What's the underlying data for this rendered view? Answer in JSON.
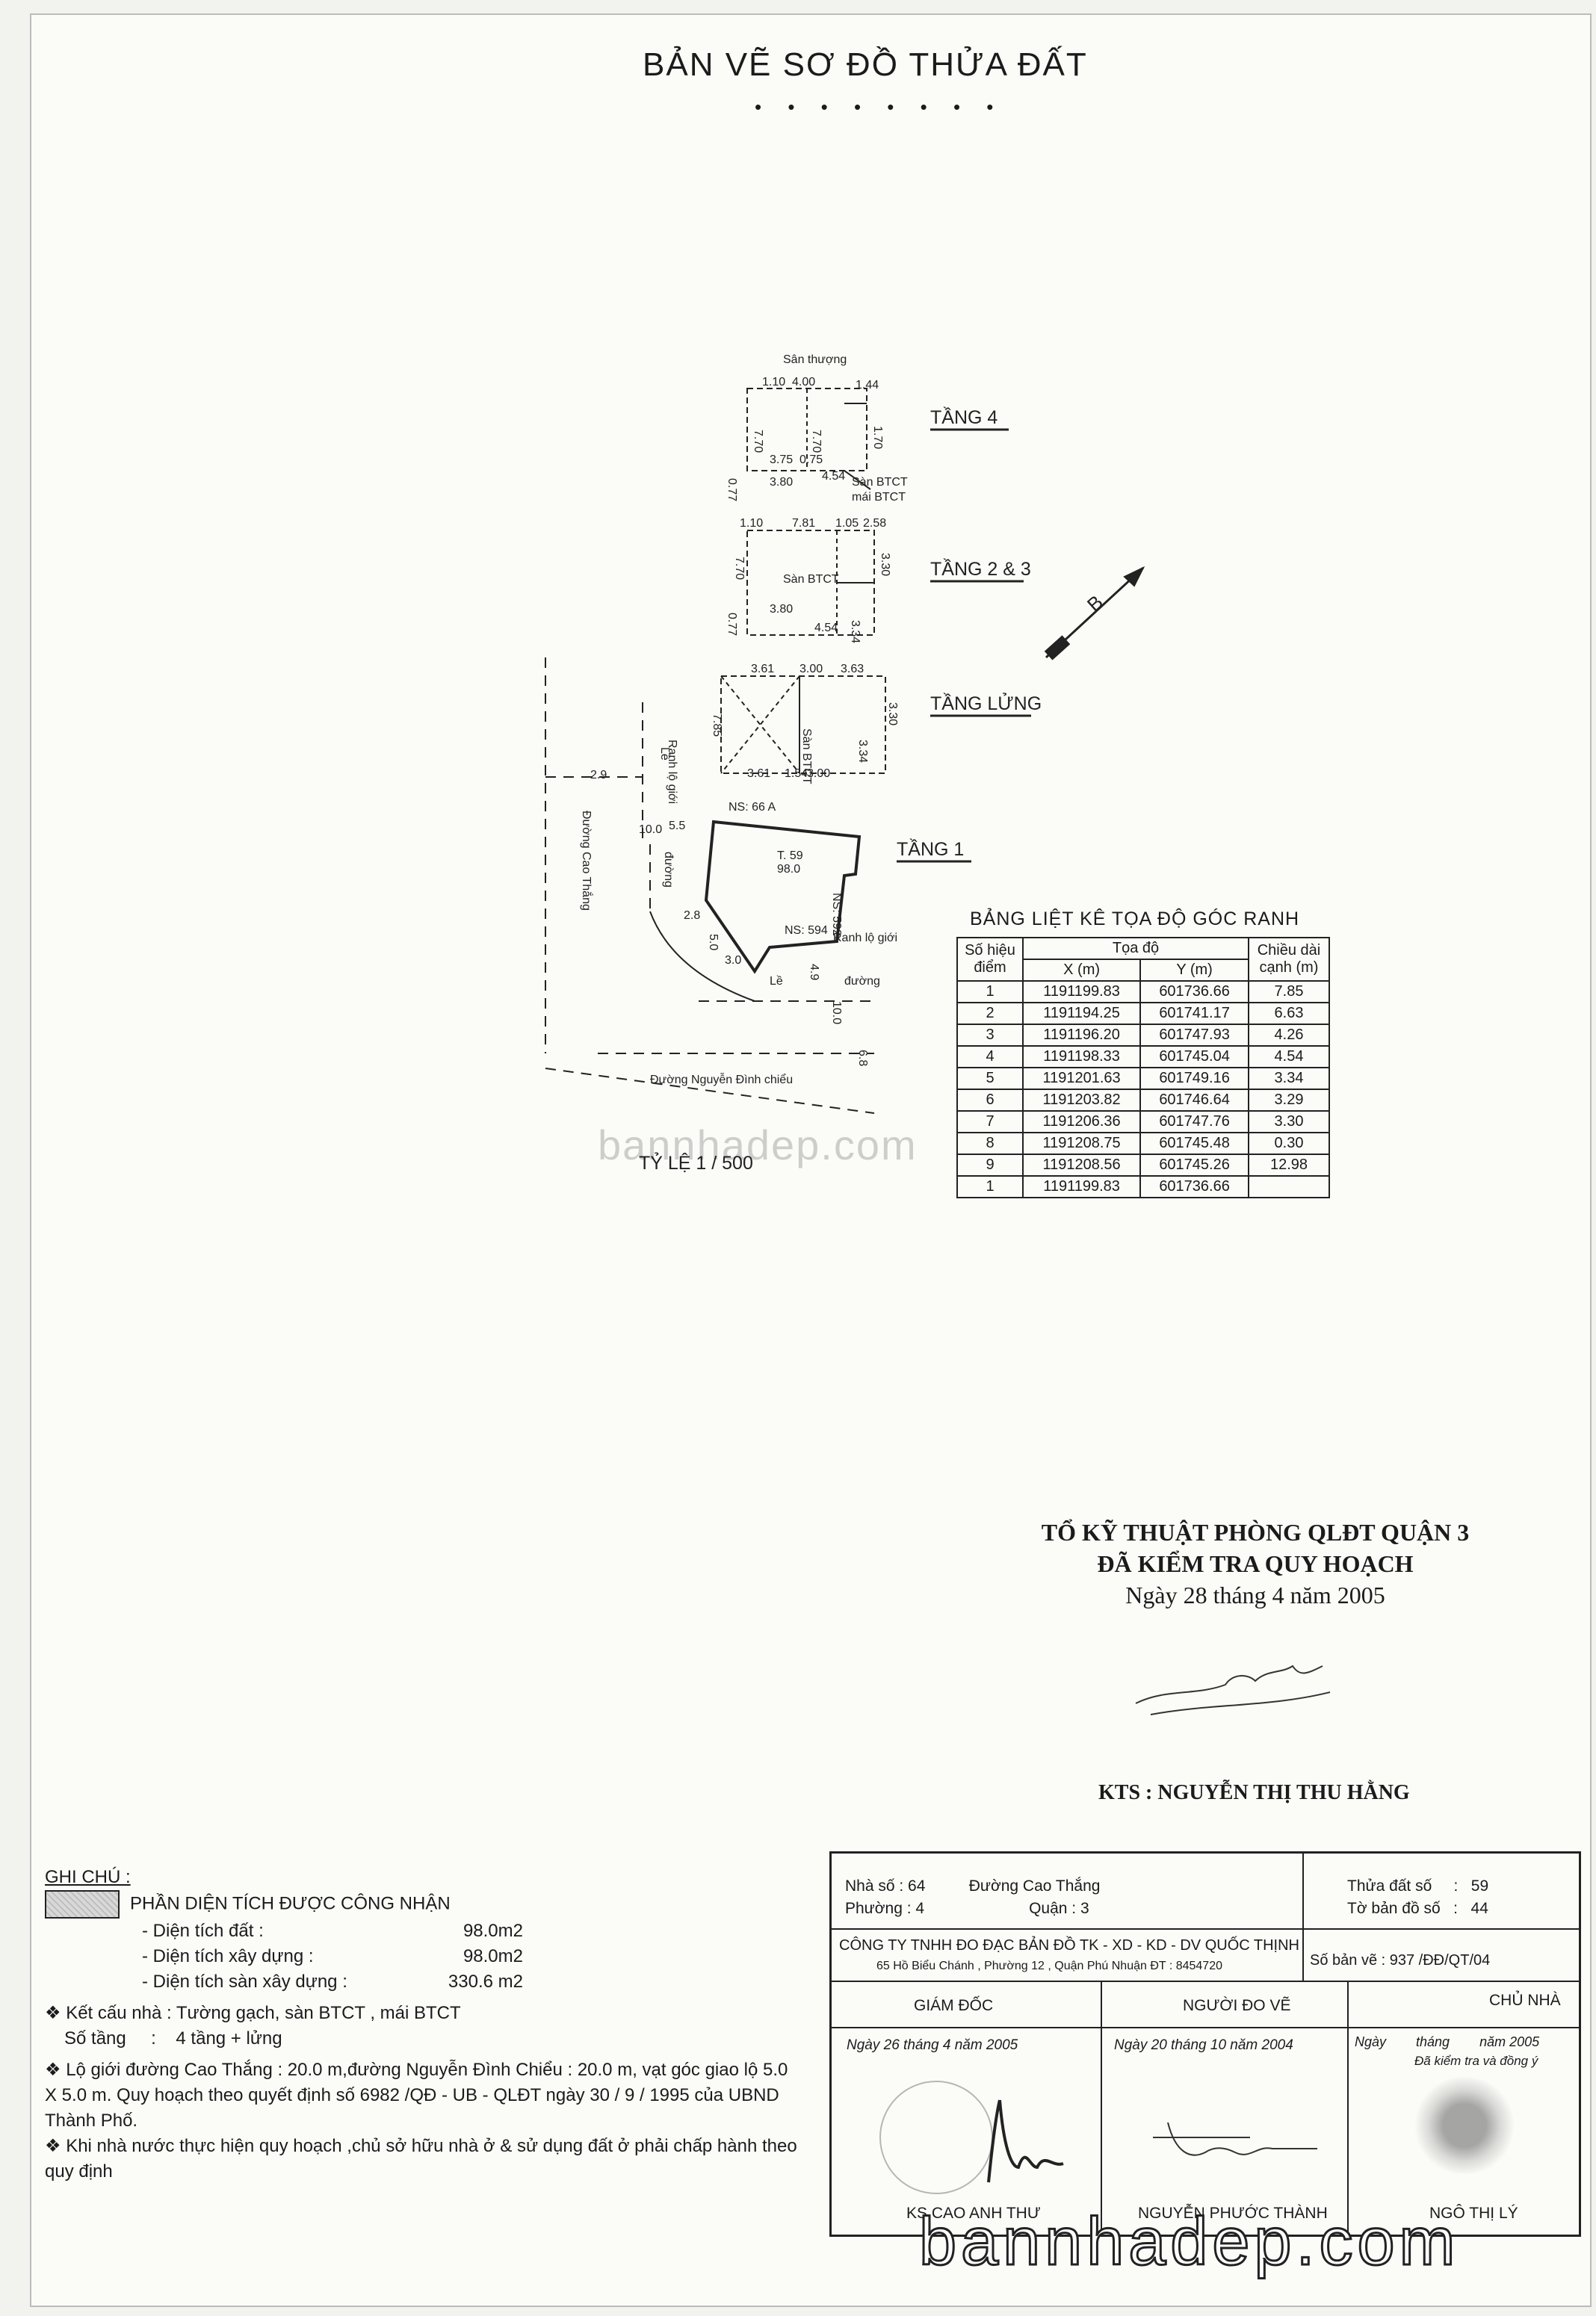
{
  "title": "BẢN VẼ SƠ ĐỒ THỬA ĐẤT",
  "title_dots": "• • • • • • • •",
  "floors": {
    "tang4": "TẦNG 4",
    "tang23": "TẦNG 2 & 3",
    "tang_lung": "TẦNG LỬNG",
    "tang1": "TẦNG 1"
  },
  "plan_labels": {
    "san_thuong": "Sân thượng",
    "san_btct": "Sàn BTCT",
    "mai_btct": "mái BTCT",
    "ns66a": "NS: 66 A",
    "ns592": "NS: 592",
    "ns594": "NS: 594",
    "lot": "T. 59",
    "lot_area": "98.0",
    "ranh_lo_gioi": "Ranh lộ giới",
    "le": "Lề",
    "duong": "đường",
    "road_cao_thang": "Đường Cao Thắng",
    "road_nguyen_dinh_chieu": "Đường Nguyễn Đình chiểu",
    "scale": "TỶ LỆ 1 / 500",
    "north": "B"
  },
  "dims": {
    "t4_top": "4.00",
    "t4_a": "1.10",
    "t4_b": "7.70",
    "t4_c": "7.70",
    "t4_d": "3.75",
    "t4_e": "0.75",
    "t4_f": "3.80",
    "t4_g": "4.54",
    "t4_h": "0.77",
    "t4_i": "1.44",
    "t4_j": "1.70",
    "t23_top": "7.81",
    "t23_a": "1.10",
    "t23_b": "1.05",
    "t23_c": "2.58",
    "t23_d": "3.30",
    "t23_e": "3.80",
    "t23_f": "4.54",
    "t23_g": "0.77",
    "t23_h": "7.70",
    "t23_i": "3.34",
    "tl_a": "3.61",
    "tl_b": "3.00",
    "tl_c": "3.63",
    "tl_d": "3.61",
    "tl_e": "1.54",
    "tl_f": "3.00",
    "tl_g": "7.85",
    "tl_h": "3.30",
    "tl_i": "3.34",
    "t1_a": "5.5",
    "t1_b": "10.0",
    "t1_c": "2.9",
    "t1_d": "5.0",
    "t1_e": "4.9",
    "t1_f": "10.0",
    "t1_g": "6.8",
    "t1_h": "2.8",
    "t1_i": "3.0"
  },
  "coord_table": {
    "title": "BẢNG LIỆT KÊ TỌA ĐỘ GÓC RANH",
    "h_point": "Số hiệu điểm",
    "h_coord": "Tọa độ",
    "h_x": "X (m)",
    "h_y": "Y (m)",
    "h_len": "Chiều dài cạnh (m)",
    "rows": [
      {
        "p": "1",
        "x": "1191199.83",
        "y": "601736.66",
        "len": "7.85"
      },
      {
        "p": "2",
        "x": "1191194.25",
        "y": "601741.17",
        "len": "6.63"
      },
      {
        "p": "3",
        "x": "1191196.20",
        "y": "601747.93",
        "len": "4.26"
      },
      {
        "p": "4",
        "x": "1191198.33",
        "y": "601745.04",
        "len": "4.54"
      },
      {
        "p": "5",
        "x": "1191201.63",
        "y": "601749.16",
        "len": "3.34"
      },
      {
        "p": "6",
        "x": "1191203.82",
        "y": "601746.64",
        "len": "3.29"
      },
      {
        "p": "7",
        "x": "1191206.36",
        "y": "601747.76",
        "len": "3.30"
      },
      {
        "p": "8",
        "x": "1191208.75",
        "y": "601745.48",
        "len": "0.30"
      },
      {
        "p": "9",
        "x": "1191208.56",
        "y": "601745.26",
        "len": "12.98"
      },
      {
        "p": "1",
        "x": "1191199.83",
        "y": "601736.66",
        "len": ""
      }
    ]
  },
  "approval": {
    "line1": "TỔ KỸ THUẬT PHÒNG QLĐT QUẬN 3",
    "line2": "ĐÃ KIỂM TRA QUY HOẠCH",
    "date": "Ngày  28  tháng  4  năm 2005",
    "kts": "KTS : NGUYỄN THỊ THU HẰNG"
  },
  "notes": {
    "heading": "GHI CHÚ :",
    "legend": "PHẦN DIỆN TÍCH ĐƯỢC CÔNG NHẬN",
    "area_land_label": "- Diện tích đất :",
    "area_land": "98.0m2",
    "area_build_label": "- Diện tích xây dựng :",
    "area_build": "98.0m2",
    "area_floor_label": "- Diện tích sàn xây dựng :",
    "area_floor": "330.6 m2",
    "structure": "Kết cấu nhà : Tường gạch, sàn BTCT , mái BTCT",
    "floors": "Số tầng     :    4 tầng + lửng",
    "road_rule": "Lộ giới đường Cao Thắng : 20.0 m,đường Nguyễn Đình Chiểu : 20.0 m, vạt góc giao lộ 5.0 X 5.0 m. Quy hoạch theo quyết định số 6982 /QĐ - UB - QLĐT ngày 30 / 9 / 1995 của UBND Thành Phố.",
    "plan_rule": "Khi nhà nước thực hiện quy hoạch ,chủ sở hữu nhà ở & sử dụng đất ở phải chấp hành theo quy định"
  },
  "info": {
    "address": "Nhà số : 64          Đường Cao Thắng",
    "ward": "Phường : 4                        Quận : 3",
    "parcel": "Thửa đất số     :   59",
    "sheet_no": "Tờ bản đồ số   :   44",
    "company": "CÔNG TY TNHH ĐO ĐẠC BẢN ĐỒ TK - XD - KD - DV QUỐC THỊNH",
    "company_addr": "65 Hồ Biểu Chánh , Phường 12 , Quận Phú Nhuận  ĐT : 8454720",
    "drawing_no": "Số bản vẽ : 937 /ĐĐ/QT/04",
    "role1": "GIÁM ĐỐC",
    "role2": "NGƯỜI ĐO VẼ",
    "role3": "CHỦ NHÀ",
    "date1": "Ngày 26 tháng 4 năm 2005",
    "date2": "Ngày 20 tháng 10 năm 2004",
    "date3": "Ngày        tháng        năm 2005",
    "owner_note": "Đã kiểm tra và đồng ý",
    "name1": "KS CAO ANH THƯ",
    "name2": "NGUYỄN PHƯỚC THÀNH",
    "name3": "NGÔ THỊ LÝ"
  },
  "watermark": "bannhadep.com"
}
